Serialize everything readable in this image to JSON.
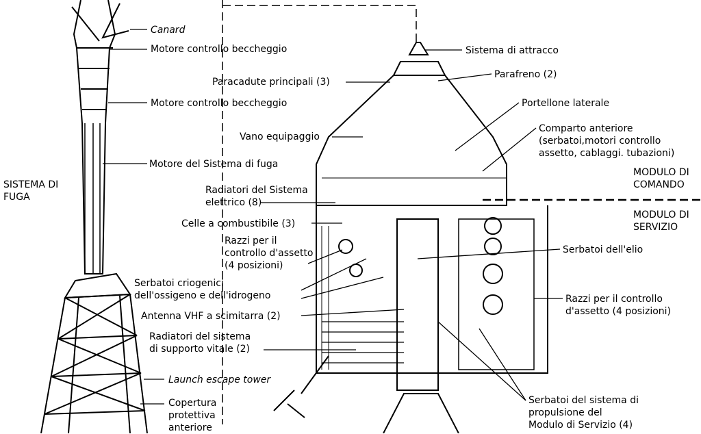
{
  "labels": {
    "canard": "Canard",
    "pitch_motor_1": "Motore controllo beccheggio",
    "pitch_motor_2": "Motore controllo beccheggio",
    "escape_motor": "Motore del Sistema di fuga",
    "escape_system": "SISTEMA DI\nFUGA",
    "docking_system": "Sistema di attracco",
    "drogue_chute": "Parafreno (2)",
    "main_chutes": "Paracadute principali (3)",
    "side_hatch": "Portellone laterale",
    "crew_compartment": "Vano equipaggio",
    "forward_compartment": "Comparto anteriore\n(serbatoi,motori controllo\nassetto, cablaggi. tubazioni)",
    "command_module": "MODULO DI\nCOMANDO",
    "service_module": "MODULO DI\nSERVIZIO",
    "electric_radiators": "Radiatori del Sistema\nelettrico (8)",
    "fuel_cells": "Celle a combustibile (3)",
    "rcs_left": "Razzi per il\ncontrollo d'assetto\n(4 posizioni)",
    "helium_tanks": "Serbatoi dell'elio",
    "cryo_tanks": "Serbatoi criogenici\ndell'ossigeno e dell'idrogeno",
    "rcs_right": "Razzi per il controllo\nd'assetto (4 posizioni)",
    "vhf_antenna": "Antenna VHF a scimitarra (2)",
    "life_support_radiators": "Radiatori del sistema\ndi supporto vitale (2)",
    "launch_escape_tower": "Launch escape tower",
    "sps_tanks": "Serbatoi del sistema di\npropulsione del\nModulo di Servizio (4)",
    "protective_cover": "Copertura\nprotettiva\nanteriore"
  }
}
